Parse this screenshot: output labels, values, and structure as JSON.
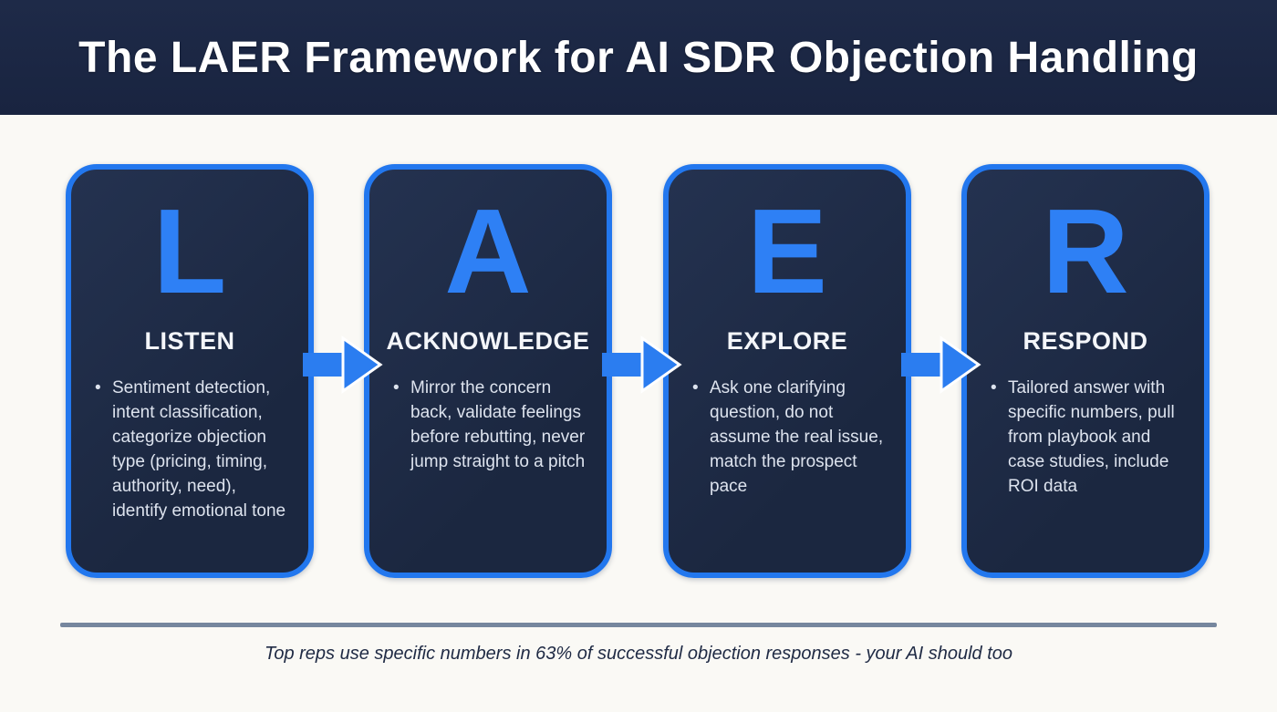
{
  "header": {
    "title": "The LAER Framework for AI SDR Objection Handling"
  },
  "steps": [
    {
      "letter": "L",
      "title": "LISTEN",
      "bullet": "Sentiment detection, intent classification, categorize objection type (pricing, timing, authority, need), identify emotional tone"
    },
    {
      "letter": "A",
      "title": "ACKNOWLEDGE",
      "bullet": "Mirror the concern back, validate feelings before rebutting, never jump straight to a pitch"
    },
    {
      "letter": "E",
      "title": "EXPLORE",
      "bullet": "Ask one clarifying question, do not assume the real issue, match the prospect pace"
    },
    {
      "letter": "R",
      "title": "RESPOND",
      "bullet": "Tailored answer with specific numbers, pull from playbook and case studies, include ROI data"
    }
  ],
  "footer": {
    "note": "Top reps use specific numbers in 63% of successful objection responses - your AI should too"
  },
  "colors": {
    "accent_blue": "#2277EE",
    "letter_blue": "#2E80F5",
    "card_bg": "#1E2A44",
    "header_bg": "#1B2642",
    "page_bg": "#FAF9F5",
    "divider": "#76879E",
    "body_text": "#DDE3EE"
  }
}
